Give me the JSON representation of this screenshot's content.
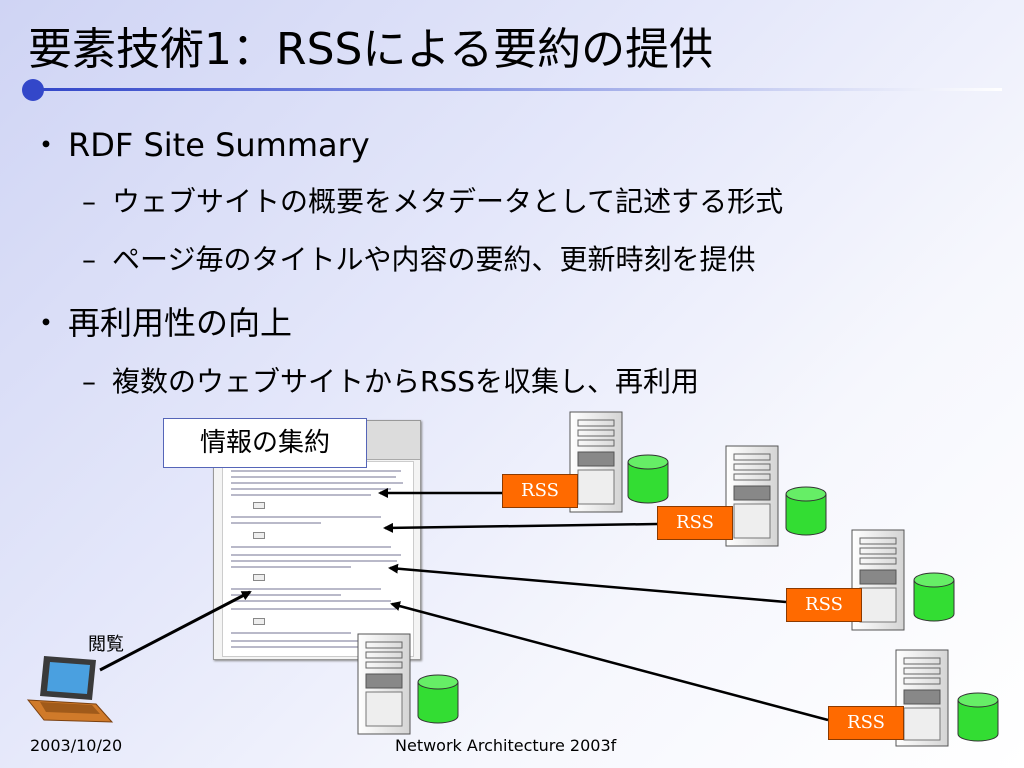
{
  "slide": {
    "title": "要素技術1：RSSによる要約の提供",
    "bullets": [
      {
        "mark": "・",
        "text": "RDF Site Summary"
      },
      {
        "mark": "–",
        "text": "ウェブサイトの概要をメタデータとして記述する形式"
      },
      {
        "mark": "–",
        "text": "ページ毎のタイトルや内容の要約、更新時刻を提供"
      },
      {
        "mark": "・",
        "text": "再利用性の向上"
      },
      {
        "mark": "–",
        "text": "複数のウェブサイトからRSSを収集し、再利用"
      }
    ],
    "info_box_label": "情報の集約",
    "view_label": "閲覧",
    "rss_labels": [
      "RSS",
      "RSS",
      "RSS",
      "RSS"
    ],
    "footer_date": "2003/10/20",
    "footer_course": "Network Architecture 2003f",
    "colors": {
      "accent": "#3347c9",
      "rss_box": "#ff6a00",
      "database": "#33dd33"
    }
  }
}
